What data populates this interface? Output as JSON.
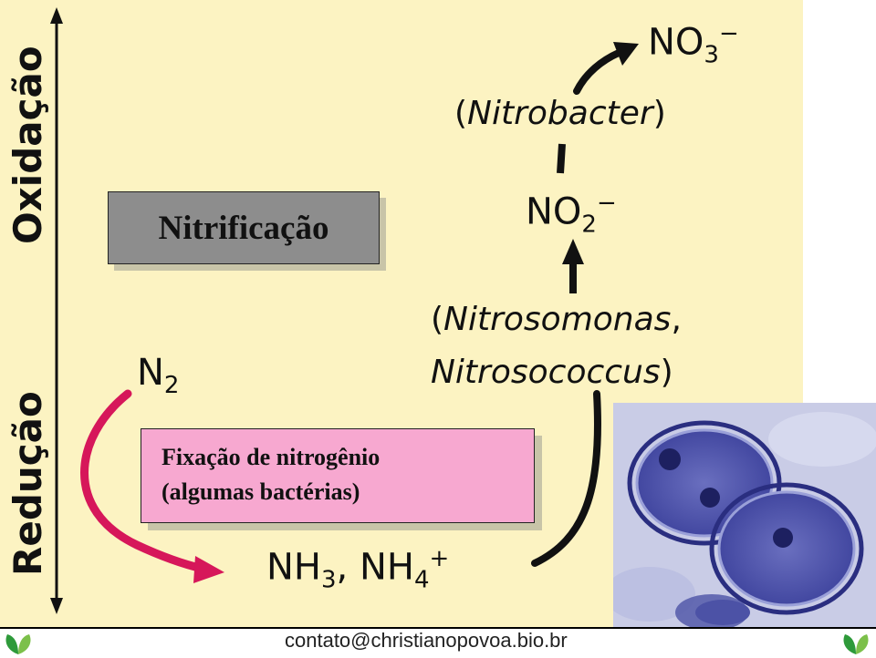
{
  "axis": {
    "top": "Oxidação",
    "bottom": "Redução"
  },
  "boxes": {
    "nitrification": "Nitrificação",
    "fixation_line1": "Fixação de nitrogênio",
    "fixation_line2": "(algumas bactérias)"
  },
  "species": {
    "no3": {
      "base": "NO",
      "sub": "3",
      "sup": "−"
    },
    "no2": {
      "base": "NO",
      "sub": "2",
      "sup": "−"
    },
    "n2": {
      "base": "N",
      "sub": "2"
    },
    "nh3_nh4": {
      "base1": "NH",
      "sub1": "3",
      "sep": ", ",
      "base2": "NH",
      "sub2": "4",
      "sup2": "+"
    }
  },
  "organisms": {
    "open": "(",
    "close": ")",
    "nitrobacter": "Nitrobacter",
    "nitrosomonas": "Nitrosomonas",
    "comma": ",",
    "nitrosococcus": "Nitrosococcus"
  },
  "footer": {
    "contact": "contato@christianopovoa.bio.br"
  },
  "colors": {
    "background": "#fcf3c2",
    "nitrification_box": "#8d8d8d",
    "fixation_box": "#f7a8d0",
    "fixation_arrow": "#d6175a",
    "black_arrow": "#111111"
  },
  "icons": {
    "footer_left": "leaf-icon",
    "footer_right": "leaf-icon",
    "micrograph": "bacteria-micrograph"
  }
}
